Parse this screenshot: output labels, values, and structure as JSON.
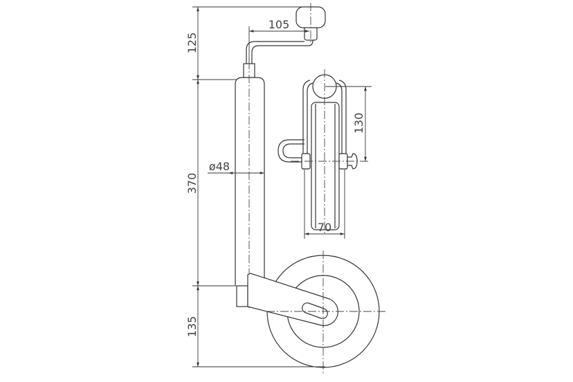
{
  "dimensions": {
    "crank_height": "125",
    "crank_reach": "105",
    "tube_length": "370",
    "tube_diameter": "ø48",
    "wheel_height": "135",
    "fork_height": "130",
    "wheel_width": "70"
  }
}
